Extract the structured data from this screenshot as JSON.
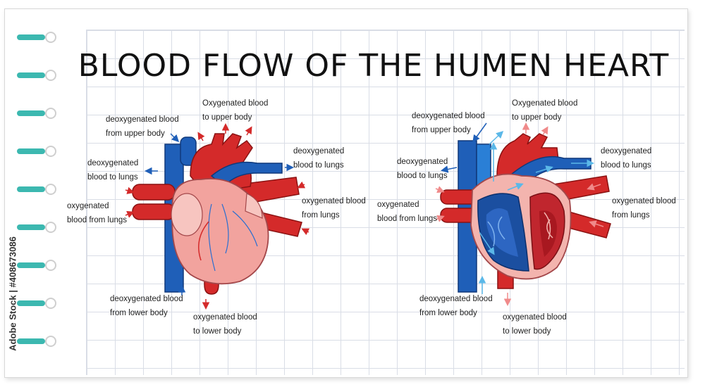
{
  "title": "BLOOD FLOW OF THE HUMEN HEART",
  "watermark": "Adobe Stock | #408673086",
  "colors": {
    "vein": "#1f5fb8",
    "artery": "#d42a2a",
    "heart": "#f2a39e",
    "paper": "#ffffff",
    "grid": "#d9dde6",
    "ring": "#3cb8b0"
  },
  "left_diagram": {
    "name": "external heart view",
    "labels": {
      "deoxy_upper": [
        "deoxygenated blood",
        "from upper body"
      ],
      "oxy_upper": [
        "Oxygenated blood",
        "to upper body"
      ],
      "deoxy_lungs_left": [
        "deoxygenated",
        "blood to lungs"
      ],
      "deoxy_lungs_right": [
        "deoxygenated",
        "blood to lungs"
      ],
      "oxy_from_lungs_left": [
        "oxygenated",
        "blood from lungs"
      ],
      "oxy_from_lungs_right": [
        "oxygenated blood",
        "from lungs"
      ],
      "deoxy_lower": [
        "deoxygenated blood",
        "from lower body"
      ],
      "oxy_lower": [
        "oxygenated blood",
        "to lower body"
      ]
    }
  },
  "right_diagram": {
    "name": "cross-section heart view",
    "labels": {
      "deoxy_upper": [
        "deoxygenated blood",
        "from upper body"
      ],
      "oxy_upper": [
        "Oxygenated blood",
        "to upper body"
      ],
      "deoxy_lungs_left": [
        "deoxygenated",
        "blood to lungs"
      ],
      "deoxy_lungs_right": [
        "deoxygenated",
        "blood to lungs"
      ],
      "oxy_from_lungs_left": [
        "oxygenated",
        "blood from lungs"
      ],
      "oxy_from_lungs_right": [
        "oxygenated blood",
        "from lungs"
      ],
      "deoxy_lower": [
        "deoxygenated blood",
        "from lower body"
      ],
      "oxy_lower": [
        "oxygenated blood",
        "to lower body"
      ]
    }
  }
}
